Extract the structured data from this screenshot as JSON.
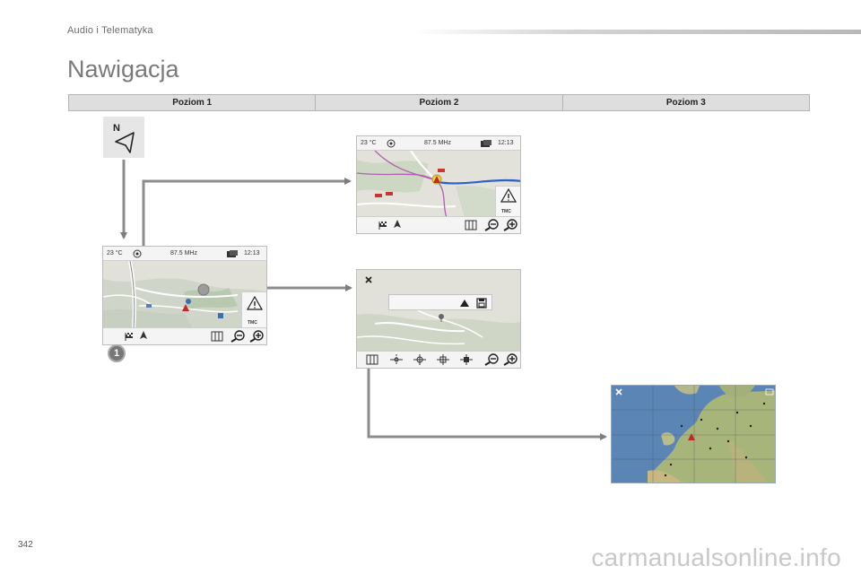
{
  "header": {
    "section": "Audio i Telematyka"
  },
  "page": {
    "title": "Nawigacja",
    "number": "342"
  },
  "levels": [
    "Poziom 1",
    "Poziom 2",
    "Poziom 3"
  ],
  "compass": {
    "letter": "N"
  },
  "screen_level1": {
    "temperature": "23 °C",
    "frequency": "87.5 MHz",
    "clock": "12:13",
    "tmc": "TMC"
  },
  "screen_level2_top": {
    "temperature": "23 °C",
    "frequency": "87.5 MHz",
    "clock": "12:13",
    "tmc": "TMC"
  },
  "callout": {
    "number": "1"
  },
  "watermark": "carmanualsonline.info"
}
